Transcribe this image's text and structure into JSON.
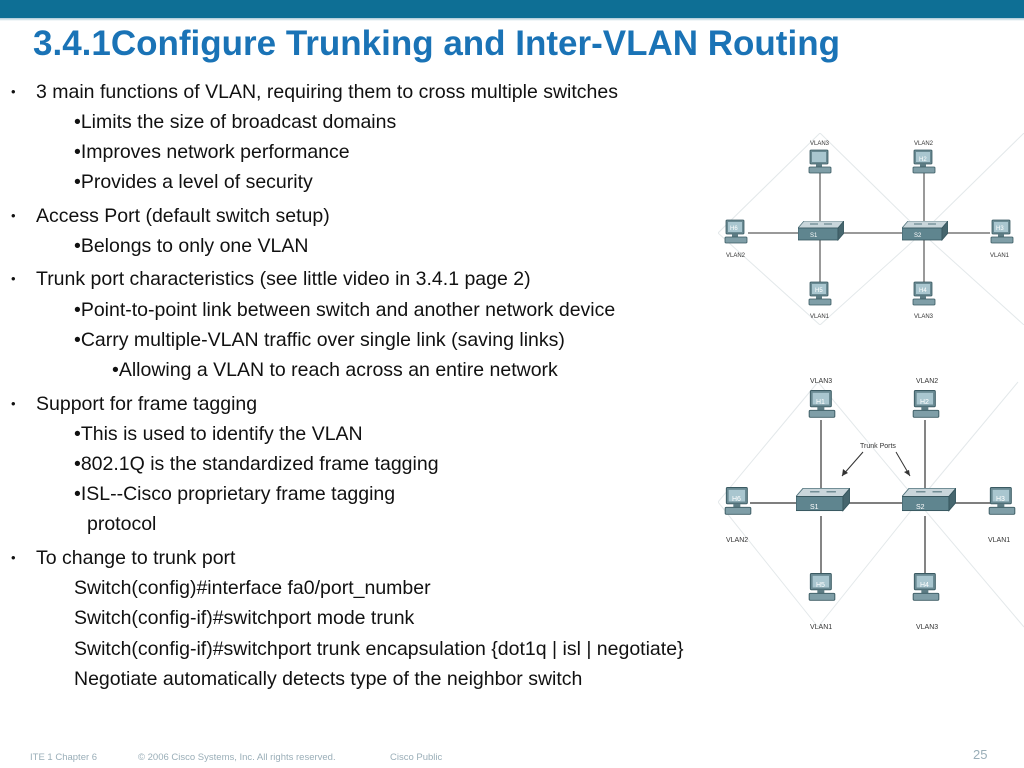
{
  "slide": {
    "title": "3.4.1Configure Trunking and Inter-VLAN Routing",
    "page_number": "25"
  },
  "bullets": [
    {
      "text": "3 main functions of VLAN, requiring them to cross multiple switches",
      "subs": [
        "•Limits the size of broadcast domains",
        "•Improves network performance",
        "•Provides a level of security"
      ]
    },
    {
      "text": "Access Port (default switch setup)",
      "subs": [
        "•Belongs to only one VLAN"
      ]
    },
    {
      "text": "Trunk port characteristics (see little video in 3.4.1 page 2)",
      "subs": [
        "•Point-to-point link between switch and another network device",
        "•Carry multiple-VLAN traffic over single link (saving links)"
      ],
      "subsub": "•Allowing a VLAN to reach across an entire network"
    },
    {
      "text": "Support for frame tagging",
      "subs": [
        "•This is used to identify the VLAN",
        "•802.1Q is the standardized frame tagging",
        "•ISL--Cisco proprietary frame tagging"
      ],
      "cont": "protocol"
    },
    {
      "text": "To change to trunk port",
      "cmds": [
        "Switch(config)#interface fa0/port_number",
        "Switch(config-if)#switchport mode trunk",
        "Switch(config-if)#switchport trunk encapsulation {dot1q | isl | negotiate}",
        "Negotiate automatically detects type of the neighbor switch"
      ]
    }
  ],
  "diagram1": {
    "hosts": {
      "h1": "H1",
      "h2": "H2",
      "h3": "H3",
      "h4": "H4",
      "h5": "H5",
      "h6": "H6"
    },
    "vlans": {
      "h1": "VLAN3",
      "h2": "VLAN2",
      "h3": "VLAN1",
      "h4": "VLAN3",
      "h5": "VLAN1",
      "h6": "VLAN2"
    },
    "switches": {
      "s1": "S1",
      "s2": "S2"
    }
  },
  "diagram2": {
    "hosts": {
      "h1": "H1",
      "h2": "H2",
      "h3": "H3",
      "h4": "H4",
      "h5": "H5",
      "h6": "H6"
    },
    "vlans": {
      "h1": "VLAN3",
      "h2": "VLAN2",
      "h3": "VLAN1",
      "h4": "VLAN3",
      "h5": "VLAN1",
      "h6": "VLAN2"
    },
    "switches": {
      "s1": "S1",
      "s2": "S2"
    },
    "trunk_label": "Trunk Ports"
  },
  "footer": {
    "course": "ITE 1 Chapter 6",
    "copyright": "© 2006 Cisco Systems, Inc. All rights reserved.",
    "classification": "Cisco Public"
  },
  "colors": {
    "header_bar": "#0e6f95",
    "title": "#1a73b6",
    "footer_text": "#9aaeb8"
  },
  "icons": {
    "host": "computer-icon",
    "switch": "switch-icon"
  }
}
